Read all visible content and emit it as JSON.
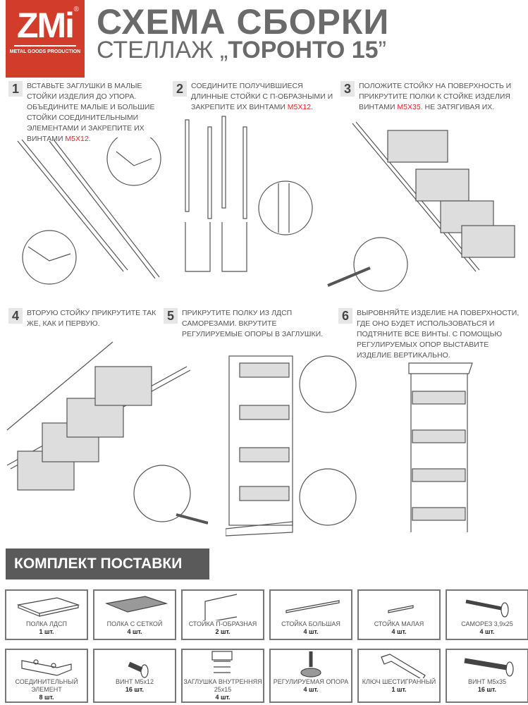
{
  "logo": {
    "brand": "ZMi",
    "registered": "®",
    "tagline": "METAL GOODS PRODUCTION",
    "color": "#d23c2a"
  },
  "header": {
    "title": "СХЕМА СБОРКИ",
    "subtitle_prefix": "СТЕЛЛАЖ „",
    "subtitle_name": "ТОРОНТО 15",
    "subtitle_suffix": "”"
  },
  "accent": "#e22222",
  "steps": [
    {
      "num": "1",
      "text": "Вставьте заглушки в малые стойки изделия до упора. Объедините малые и большие стойки соединительными элементами и закрепите их винтами ",
      "highlight": "М5х12",
      "after": "."
    },
    {
      "num": "2",
      "text": "Соедините получившиеся длинные стойки с П-образными и закрепите их винтами ",
      "highlight": "М5х12",
      "after": "."
    },
    {
      "num": "3",
      "text": "Положите стойку на поверхность и прикрутите полки к стойке изделия винтами ",
      "highlight": "М5х35",
      "after": ". Не затягивая их."
    },
    {
      "num": "4",
      "text": "Вторую стойку прикрутите так же, как и первую.",
      "highlight": "",
      "after": ""
    },
    {
      "num": "5",
      "text": "Прикрутите полку из ЛДСП саморезами. Вкрутите регулируемые опоры в заглушки.",
      "highlight": "",
      "after": ""
    },
    {
      "num": "6",
      "text": "Выровняйте изделие на поверхности, где оно будет использоваться и подтяните все винты. С помощью регулируемых опор выставите изделие вертикально.",
      "highlight": "",
      "after": ""
    }
  ],
  "kit": {
    "title": "КОМПЛЕКТ ПОСТАВКИ",
    "items": [
      {
        "name": "ПОЛКА ЛДСП",
        "qty": "1 шт.",
        "icon": "board-icon"
      },
      {
        "name": "ПОЛКА С СЕТКОЙ",
        "qty": "4 шт.",
        "icon": "mesh-shelf-icon"
      },
      {
        "name": "СТОЙКА П-ОБРАЗНАЯ",
        "qty": "2 шт.",
        "icon": "u-frame-icon"
      },
      {
        "name": "СТОЙКА БОЛЬШАЯ",
        "qty": "4 шт.",
        "icon": "long-post-icon"
      },
      {
        "name": "СТОЙКА МАЛАЯ",
        "qty": "4 шт.",
        "icon": "short-post-icon"
      },
      {
        "name": "САМОРЕЗ 3,9х25",
        "qty": "4 шт.",
        "icon": "self-tapping-screw-icon"
      },
      {
        "name": "СОЕДИНИТЕЛЬНЫЙ ЭЛЕМЕНТ",
        "qty": "8 шт.",
        "icon": "connector-icon"
      },
      {
        "name": "ВИНТ М5х12",
        "qty": "16 шт.",
        "icon": "short-bolt-icon"
      },
      {
        "name": "ЗАГЛУШКА ВНУТРЕННЯЯ 25х15",
        "qty": "4 шт.",
        "icon": "end-cap-icon"
      },
      {
        "name": "РЕГУЛИРУЕМАЯ ОПОРА",
        "qty": "4 шт.",
        "icon": "adjustable-foot-icon"
      },
      {
        "name": "КЛЮЧ ШЕСТИГРАННЫЙ",
        "qty": "1 шт.",
        "icon": "hex-key-icon"
      },
      {
        "name": "ВИНТ М5х35",
        "qty": "16 шт.",
        "icon": "long-bolt-icon"
      }
    ]
  }
}
